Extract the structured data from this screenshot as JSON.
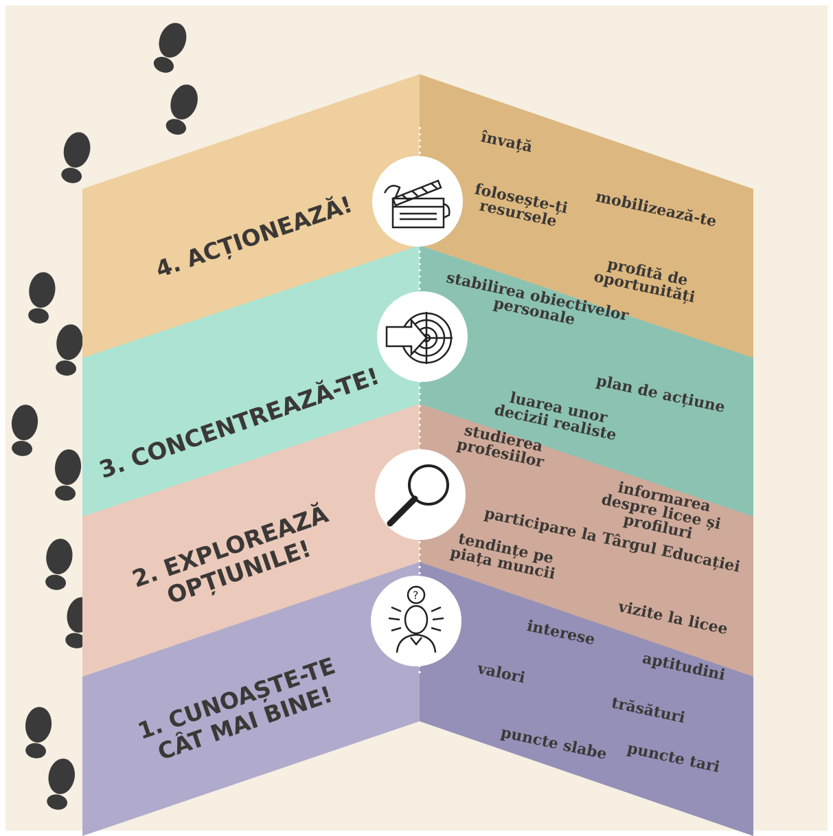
{
  "colors": {
    "background": "#f6efe2",
    "stage4_left": "#eecf9d",
    "stage4_right": "#dcb880",
    "stage3_left": "#ace3d3",
    "stage3_right": "#8cc2b2",
    "stage2_left": "#ebcabb",
    "stage2_right": "#cfaa9a",
    "stage1_left": "#b0abcc",
    "stage1_right": "#9490b7",
    "text": "#3b3836",
    "footprint": "#3a3a3a"
  },
  "stages": [
    {
      "number": 4,
      "title": "4. ACȚIONEAZĂ!",
      "icon": "clapperboard-icon",
      "terms": [
        "învață",
        "folosește-ți resursele",
        "mobilizează-te",
        "profită de oportunități"
      ]
    },
    {
      "number": 3,
      "title": "3. CONCENTREAZĂ-TE!",
      "icon": "target-arrow-icon",
      "terms": [
        "stabilirea obiectivelor personale",
        "plan de acțiune",
        "luarea unor decizii realiste"
      ]
    },
    {
      "number": 2,
      "title_lines": [
        "2. EXPLOREAZĂ",
        "OPȚIUNILE!"
      ],
      "icon": "magnifier-icon",
      "terms": [
        "studierea profesiilor",
        "informarea despre licee și profiluri",
        "participare la Târgul Educației",
        "tendințe pe piața muncii",
        "vizite la licee"
      ]
    },
    {
      "number": 1,
      "title_lines": [
        "1. CUNOAȘTE-TE",
        "CÂT MAI BINE!"
      ],
      "icon": "person-question-icon",
      "terms": [
        "interese",
        "aptitudini",
        "valori",
        "trăsături",
        "puncte slabe",
        "puncte tari"
      ]
    }
  ]
}
